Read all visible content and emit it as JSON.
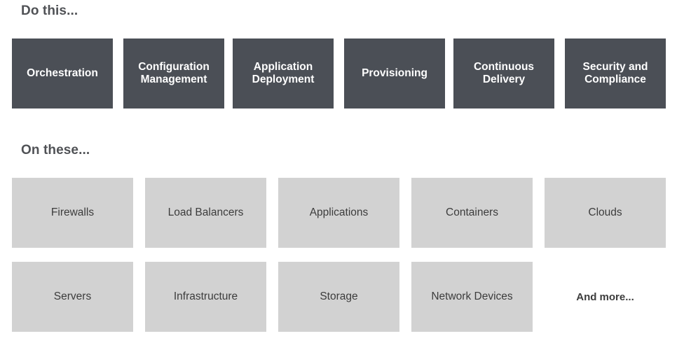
{
  "headings": {
    "do_this": "Do this...",
    "on_these": "On these..."
  },
  "actions": [
    "Orchestration",
    "Configuration\nManagement",
    "Application\nDeployment",
    "Provisioning",
    "Continuous\nDelivery",
    "Security and\nCompliance"
  ],
  "targets": [
    "Firewalls",
    "Load Balancers",
    "Applications",
    "Containers",
    "Clouds",
    "Servers",
    "Infrastructure",
    "Storage",
    "Network Devices"
  ],
  "more_label": "And more...",
  "colors": {
    "dark_tile": "#4b4f56",
    "light_tile": "#d2d2d2",
    "heading": "#505256"
  }
}
